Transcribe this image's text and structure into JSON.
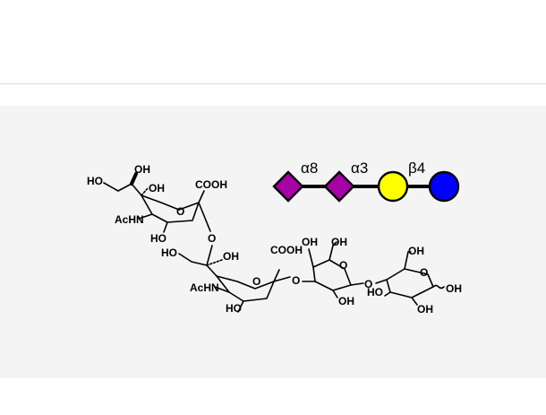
{
  "colors": {
    "panel_background": "#f4f4f4",
    "divider": "#d9d9d9",
    "sialic_acid": "#a600a6",
    "galactose": "#ffff00",
    "glucose": "#0000ff"
  },
  "glycan": {
    "residues": [
      {
        "shape": "diamond",
        "color": "#a600a6",
        "name": "Neu5Ac"
      },
      {
        "shape": "diamond",
        "color": "#a600a6",
        "name": "Neu5Ac"
      },
      {
        "shape": "circle",
        "color": "#ffff00",
        "name": "Gal"
      },
      {
        "shape": "circle",
        "color": "#0000ff",
        "name": "Glc"
      }
    ],
    "linkages": [
      "α8",
      "α3",
      "β4"
    ]
  },
  "structure": {
    "neu1": {
      "ho_chain": "HO",
      "oh_top": "OH",
      "oh_c8": "OH",
      "cooh": "COOH",
      "ring_o": "O",
      "achn": "AcHN",
      "ho_c4": "HO",
      "glyco_o": "O"
    },
    "neu2": {
      "ho_chain": "HO",
      "oh_c8": "OH",
      "cooh": "COOH",
      "ring_o": "O",
      "achn": "AcHN",
      "ho_c4": "HO",
      "glyco_o": "O"
    },
    "gal": {
      "oh_c4": "OH",
      "oh_c6": "OH",
      "ring_o": "O",
      "oh_c2": "OH",
      "glyco_o": "O"
    },
    "glc": {
      "oh_c6": "OH",
      "ring_o": "O",
      "ho_c3": "HO",
      "oh_c2": "OH",
      "oh_c1": "OH"
    }
  }
}
